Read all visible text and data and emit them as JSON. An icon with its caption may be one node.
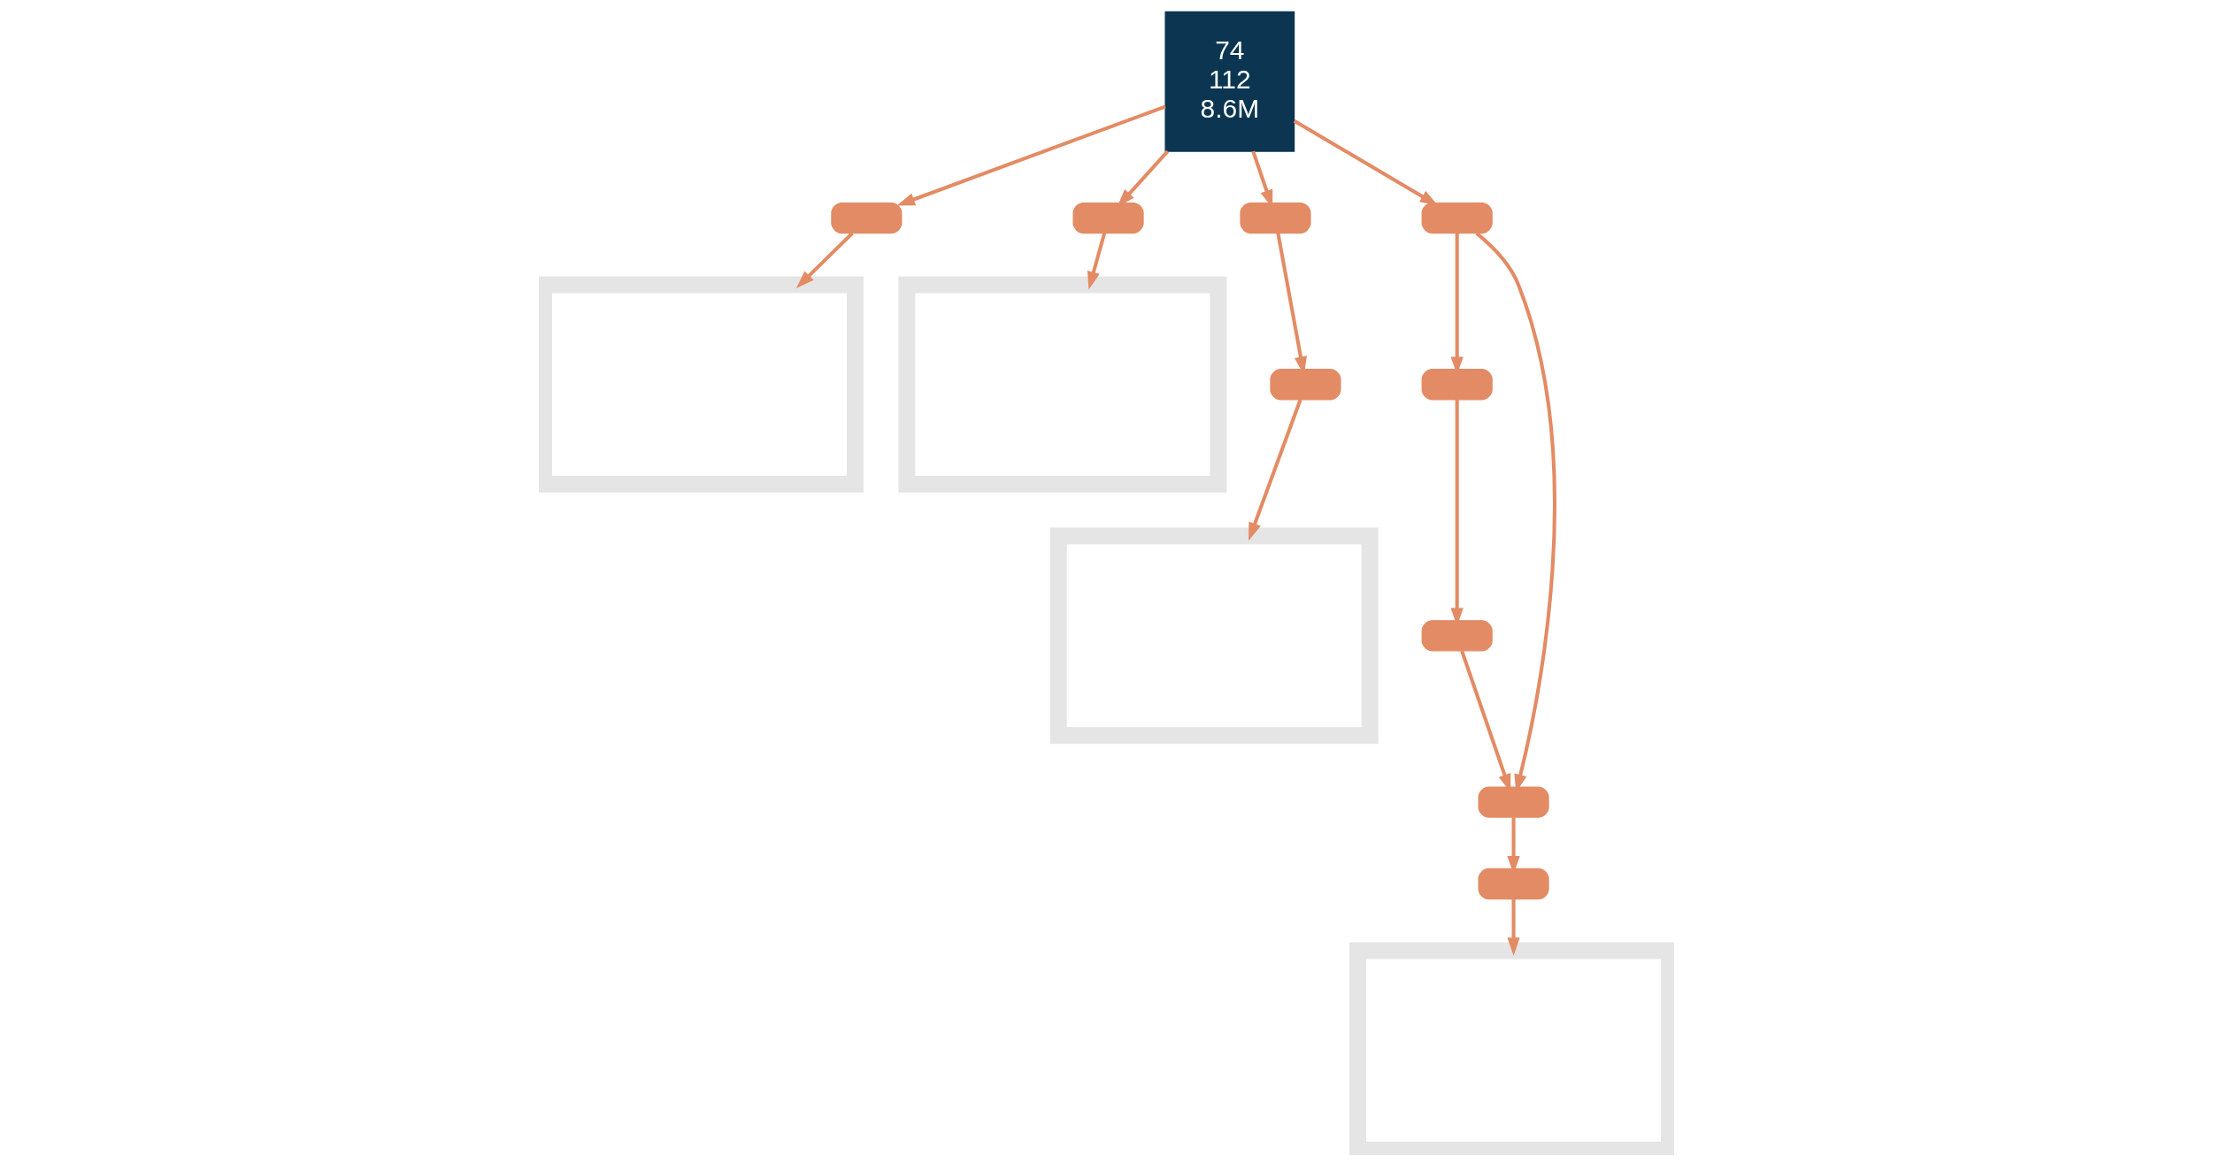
{
  "diagram": {
    "nodes": [
      {
        "text": [
          "74",
          "112",
          "8.6M"
        ]
      },
      {
        "text": [],
        "shape": "box"
      },
      {
        "text": [],
        "shape": "box"
      },
      {
        "text": [],
        "shape": "box"
      },
      {
        "text": [],
        "shape": "box"
      },
      {
        "text": [],
        "shape": "pill"
      },
      {
        "text": [],
        "shape": "pill"
      },
      {
        "text": [],
        "shape": "pill"
      },
      {
        "text": [],
        "shape": "pill"
      },
      {
        "text": [],
        "shape": "pill"
      },
      {
        "text": [],
        "shape": "pill"
      },
      {
        "text": [],
        "shape": "pill"
      },
      {
        "text": [],
        "shape": "pill"
      },
      {
        "text": [],
        "shape": "pill"
      }
    ],
    "edges": [
      {
        "from": 0,
        "to": 5,
        "arrow": "to"
      },
      {
        "from": 5,
        "to": 1,
        "arrow": "to"
      },
      {
        "from": 0,
        "to": 6,
        "arrow": "to"
      },
      {
        "from": 6,
        "to": 3,
        "arrow": "to"
      },
      {
        "from": 0,
        "to": 7,
        "arrow": "to"
      },
      {
        "from": 7,
        "to": 8,
        "arrow": "to"
      },
      {
        "from": 8,
        "to": 2,
        "arrow": "to"
      },
      {
        "from": 0,
        "to": 9,
        "arrow": "to"
      },
      {
        "from": 9,
        "to": 10,
        "arrow": "to"
      },
      {
        "from": 9,
        "to": 12,
        "arrow": "to"
      },
      {
        "from": 10,
        "to": 11,
        "arrow": "to"
      },
      {
        "from": 11,
        "to": 12,
        "arrow": "to"
      },
      {
        "from": 12,
        "to": 13,
        "arrow": "to"
      },
      {
        "from": 13,
        "to": 4,
        "arrow": "to"
      }
    ]
  }
}
